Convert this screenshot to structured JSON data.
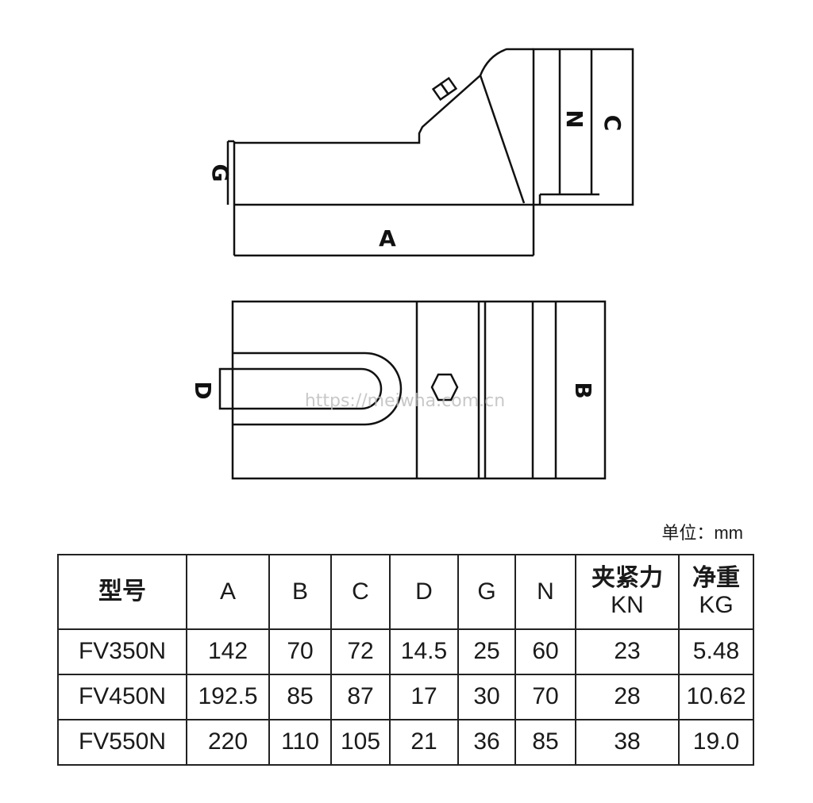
{
  "drawing": {
    "labels": {
      "A": "A",
      "B": "B",
      "C": "C",
      "D": "D",
      "G": "G",
      "N": "N"
    },
    "watermark": "https://meiwha.com.cn"
  },
  "units_label": "单位：mm",
  "table": {
    "headers": [
      "型号",
      "A",
      "B",
      "C",
      "D",
      "G",
      "N",
      [
        "夹紧力",
        "KN"
      ],
      [
        "净重",
        "KG"
      ]
    ],
    "rows": [
      [
        "FV350N",
        "142",
        "70",
        "72",
        "14.5",
        "25",
        "60",
        "23",
        "5.48"
      ],
      [
        "FV450N",
        "192.5",
        "85",
        "87",
        "17",
        "30",
        "70",
        "28",
        "10.62"
      ],
      [
        "FV550N",
        "220",
        "110",
        "105",
        "21",
        "36",
        "85",
        "38",
        "19.0"
      ]
    ]
  }
}
